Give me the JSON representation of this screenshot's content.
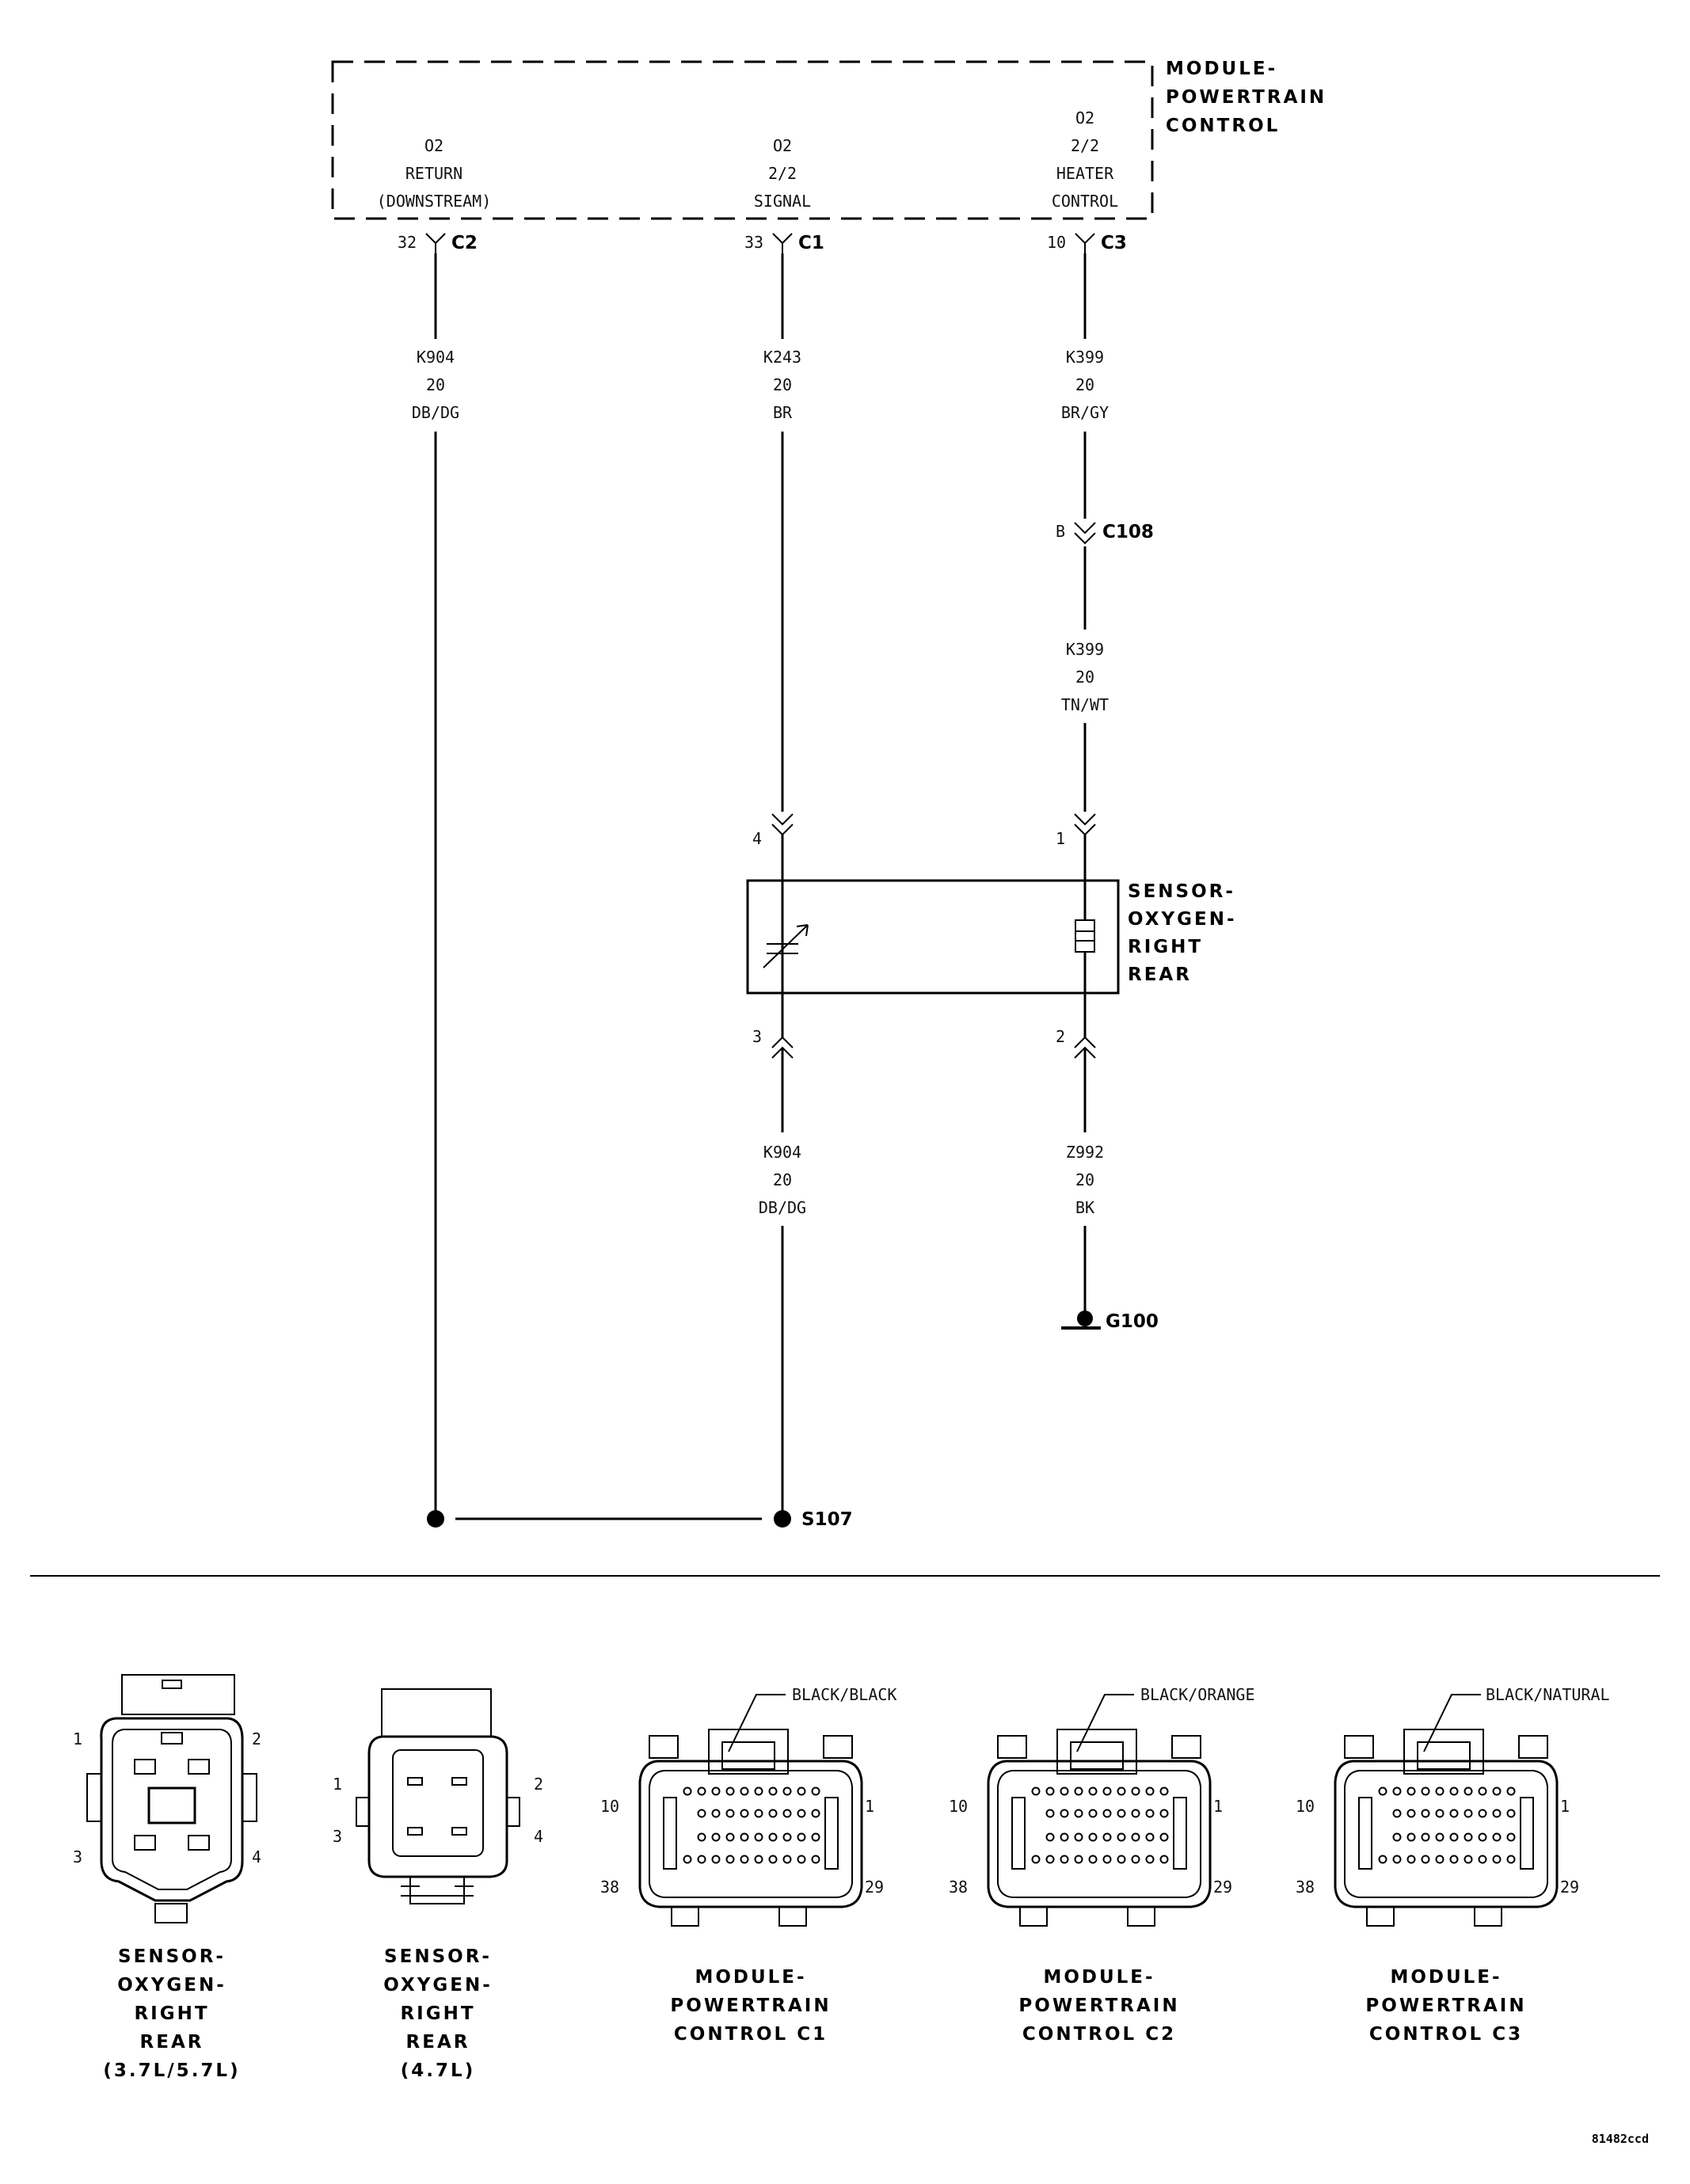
{
  "module": {
    "title_lines": [
      "MODULE-",
      "POWERTRAIN",
      "CONTROL"
    ],
    "pins": [
      {
        "func_lines": [
          "O2",
          "RETURN",
          "(DOWNSTREAM)"
        ],
        "cavity": "32",
        "connector": "C2"
      },
      {
        "func_lines": [
          "O2",
          "2/2",
          "SIGNAL"
        ],
        "cavity": "33",
        "connector": "C1"
      },
      {
        "func_lines": [
          "O2",
          "2/2",
          "HEATER",
          "CONTROL"
        ],
        "cavity": "10",
        "connector": "C3"
      }
    ]
  },
  "wires": {
    "k904_top": [
      "K904",
      "20",
      "DB/DG"
    ],
    "k243": [
      "K243",
      "20",
      "BR"
    ],
    "k399_top": [
      "K399",
      "20",
      "BR/GY"
    ],
    "k399_bottom": [
      "K399",
      "20",
      "TN/WT"
    ],
    "k904_bottom": [
      "K904",
      "20",
      "DB/DG"
    ],
    "z992": [
      "Z992",
      "20",
      "BK"
    ]
  },
  "inline_connector": {
    "cavity": "B",
    "name": "C108"
  },
  "sensor": {
    "title_lines": [
      "SENSOR-",
      "OXYGEN-",
      "RIGHT",
      "REAR"
    ],
    "pins": {
      "signal_in": "4",
      "heater_in": "1",
      "return_out": "3",
      "ground_out": "2"
    }
  },
  "ground": {
    "name": "G100"
  },
  "splice": {
    "name": "S107"
  },
  "connector_views": [
    {
      "title_lines": [
        "SENSOR-",
        "OXYGEN-",
        "RIGHT",
        "REAR",
        "(3.7L/5.7L)"
      ],
      "pins": [
        "1",
        "2",
        "3",
        "4"
      ]
    },
    {
      "title_lines": [
        "SENSOR-",
        "OXYGEN-",
        "RIGHT",
        "REAR",
        "(4.7L)"
      ],
      "pins": [
        "1",
        "2",
        "3",
        "4"
      ]
    },
    {
      "title_lines": [
        "MODULE-",
        "POWERTRAIN",
        "CONTROL C1"
      ],
      "color": "BLACK/BLACK",
      "pins": [
        "10",
        "1",
        "38",
        "29"
      ]
    },
    {
      "title_lines": [
        "MODULE-",
        "POWERTRAIN",
        "CONTROL C2"
      ],
      "color": "BLACK/ORANGE",
      "pins": [
        "10",
        "1",
        "38",
        "29"
      ]
    },
    {
      "title_lines": [
        "MODULE-",
        "POWERTRAIN",
        "CONTROL C3"
      ],
      "color": "BLACK/NATURAL",
      "pins": [
        "10",
        "1",
        "38",
        "29"
      ]
    }
  ],
  "figure_id": "81482ccd"
}
